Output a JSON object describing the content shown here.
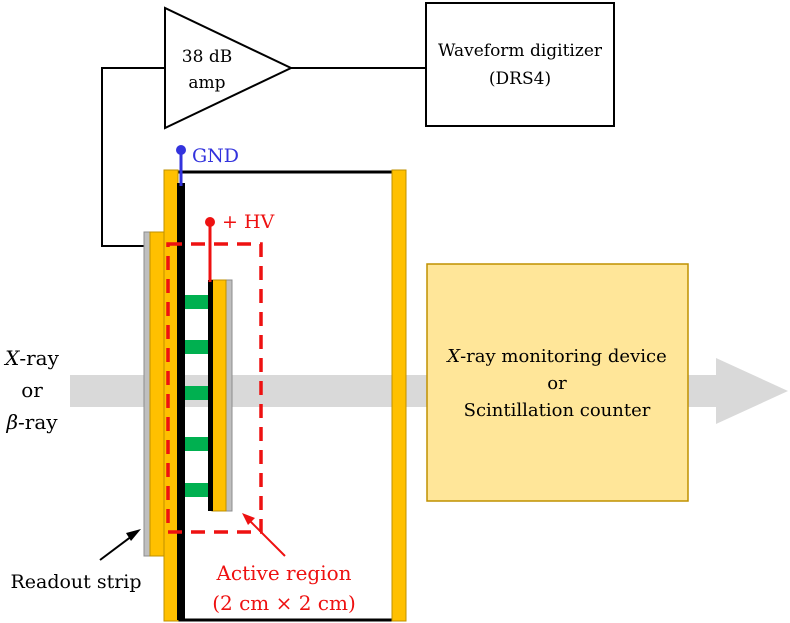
{
  "amplifier": {
    "line1": "38 dB",
    "line2": "amp"
  },
  "digitizer": {
    "line1": "Waveform digitizer",
    "line2": "(DRS4)"
  },
  "gnd_label": "GND",
  "hv_label": "+ HV",
  "beam": {
    "source_line1_italic": "X",
    "source_line1_rest": "-ray",
    "source_line2": "or",
    "source_line3_italic": "β",
    "source_line3_rest": "-ray"
  },
  "monitor": {
    "line1_italic": "X",
    "line1_rest": "-ray monitoring device",
    "line2": "or",
    "line3": "Scintillation counter"
  },
  "readout_label": "Readout strip",
  "active_region": {
    "line1": "Active region",
    "line2": "(2 cm × 2 cm)"
  },
  "colors": {
    "frame": "#ffc000",
    "beam": "#d9d9d9",
    "monitor_fill": "#ffe699",
    "monitor_border": "#bf9000",
    "gnd": "#3333dd",
    "hv": "#ee1111",
    "spacer": "#00b050",
    "readout": "#bfbfbf"
  }
}
